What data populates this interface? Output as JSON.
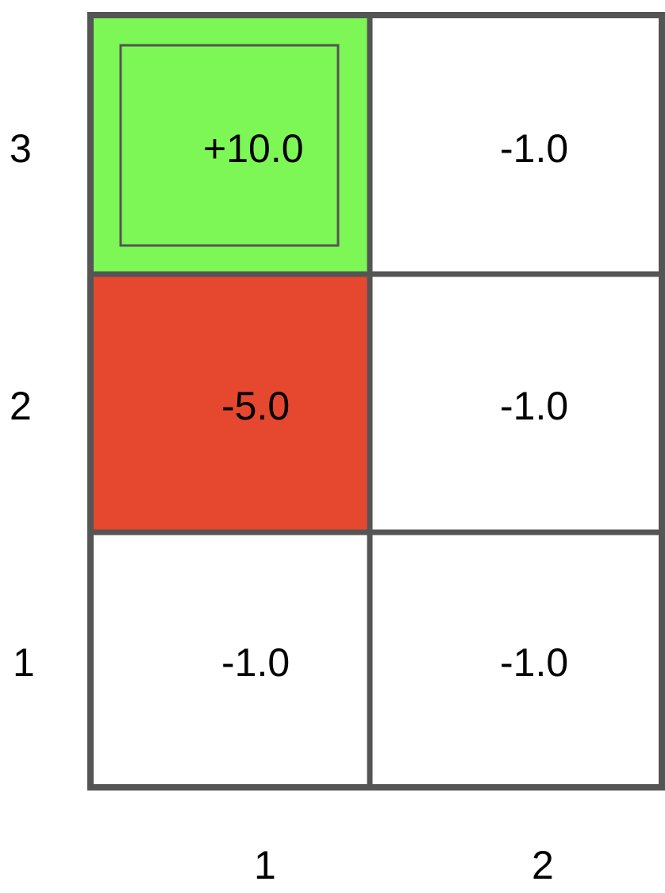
{
  "grid": {
    "rows": [
      3,
      2,
      1
    ],
    "cols": [
      1,
      2
    ],
    "row_labels": [
      "3",
      "2",
      "1"
    ],
    "col_labels": [
      "1",
      "2"
    ],
    "cells": [
      {
        "row": 3,
        "col": 1,
        "value": "+10.0",
        "fill": "#7cf755",
        "terminal_goal": true
      },
      {
        "row": 3,
        "col": 2,
        "value": "-1.0",
        "fill": "#ffffff"
      },
      {
        "row": 2,
        "col": 1,
        "value": "-5.0",
        "fill": "#e5472f"
      },
      {
        "row": 2,
        "col": 2,
        "value": "-1.0",
        "fill": "#ffffff"
      },
      {
        "row": 1,
        "col": 1,
        "value": "-1.0",
        "fill": "#ffffff"
      },
      {
        "row": 1,
        "col": 2,
        "value": "-1.0",
        "fill": "#ffffff"
      }
    ],
    "border_color": "#555555"
  }
}
